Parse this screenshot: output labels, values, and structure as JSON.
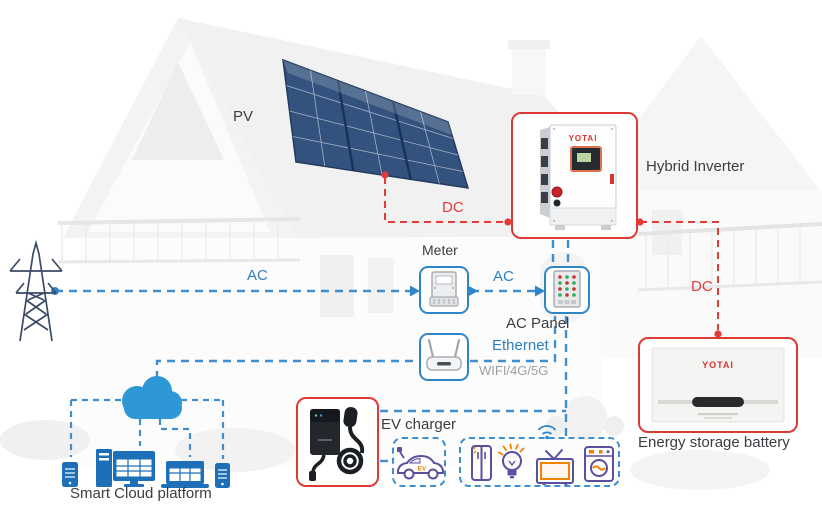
{
  "colors": {
    "red": "#dd3a34",
    "line_red": "#e23c39",
    "blue": "#2e86c9",
    "line_blue": "#3e8ed0",
    "cloud_blue": "#2e97d5",
    "device_blue": "#1d6fb8",
    "appliance_purple": "#5b4fa0",
    "appliance_orange": "#f08300",
    "text": "#3c3c42",
    "muted": "#9aa0a3"
  },
  "labels": {
    "pv": "PV",
    "meter": "Meter",
    "ac_panel": "AC Panel",
    "ethernet": "Ethernet",
    "wifi_modes": "WIFI/4G/5G",
    "hybrid_inverter": "Hybrid Inverter",
    "ev_charger": "EV charger",
    "energy_storage_battery": "Energy storage battery",
    "smart_cloud_platform": "Smart Cloud platform",
    "dc_pv": "DC",
    "dc_battery": "DC",
    "ac_grid": "AC",
    "ac_meter": "AC",
    "ev_badge": "EV"
  },
  "devices": {
    "inverter_brand": "YOTAI",
    "battery_brand": "YOTAI"
  },
  "icons": [
    "transmission-tower-icon",
    "solar-panel-icon",
    "meter-icon",
    "ac-panel-icon",
    "router-icon",
    "wifi-icon",
    "cloud-icon",
    "smartphone-icon",
    "desktop-icon",
    "monitor-icon",
    "laptop-icon",
    "ev-car-icon",
    "fridge-icon",
    "bulb-icon",
    "tv-icon",
    "washing-machine-icon",
    "ev-charger-icon",
    "inverter-icon",
    "battery-icon"
  ],
  "connections": [
    {
      "from": "PV",
      "to": "Hybrid Inverter",
      "type": "DC"
    },
    {
      "from": "Hybrid Inverter",
      "to": "Energy storage battery",
      "type": "DC"
    },
    {
      "from": "Grid",
      "to": "Meter",
      "type": "AC"
    },
    {
      "from": "Meter",
      "to": "AC Panel",
      "type": "AC"
    },
    {
      "from": "Hybrid Inverter",
      "to": "AC Panel",
      "type": "AC"
    },
    {
      "from": "AC Panel",
      "to": "EV charger",
      "type": "AC"
    },
    {
      "from": "AC Panel",
      "to": "Home appliances",
      "type": "AC"
    },
    {
      "from": "Router",
      "to": "AC Panel",
      "type": "Ethernet"
    },
    {
      "from": "Smart Cloud platform",
      "to": "Router",
      "type": "Ethernet"
    }
  ]
}
